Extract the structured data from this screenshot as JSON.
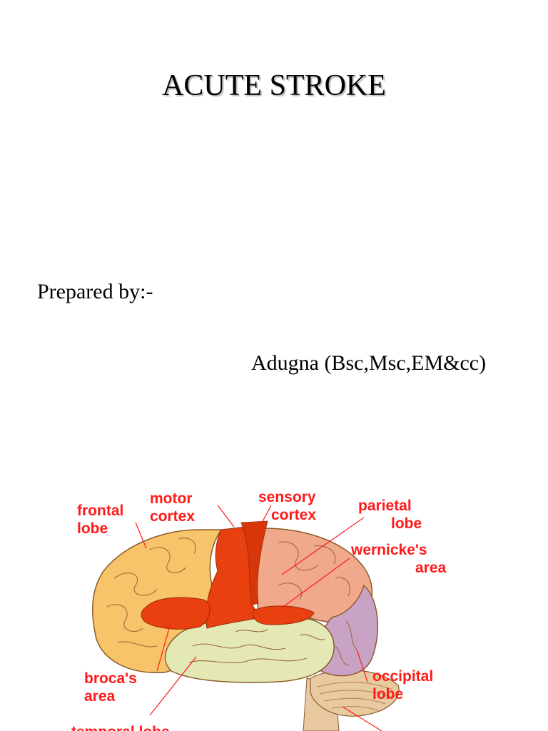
{
  "slide": {
    "title": "ACUTE  STROKE",
    "prepared_by_label": "Prepared by:-",
    "author": "Adugna (Bsc,Msc,EM&cc)"
  },
  "figure": {
    "labels": {
      "frontal_lobe": [
        "frontal",
        "lobe"
      ],
      "motor_cortex": [
        "motor",
        "cortex"
      ],
      "sensory_cortex": [
        "sensory",
        "cortex"
      ],
      "parietal_lobe": [
        "parietal",
        "lobe"
      ],
      "wernickes_area": [
        "wernicke's",
        "area"
      ],
      "brocas_area": [
        "broca's",
        "area"
      ],
      "occipital_lobe": [
        "occipital",
        "lobe"
      ],
      "temporal_lobe": [
        "temporal lobe"
      ]
    },
    "colors": {
      "label": "#ff1a1a",
      "frontal": "#f7c46a",
      "motor": "#e8400f",
      "parietal": "#f0a98a",
      "temporal": "#e3e8b5",
      "occipital": "#c9a3c6",
      "cerebellum": "#e9c9a0",
      "outline": "#8a5a2a"
    }
  }
}
